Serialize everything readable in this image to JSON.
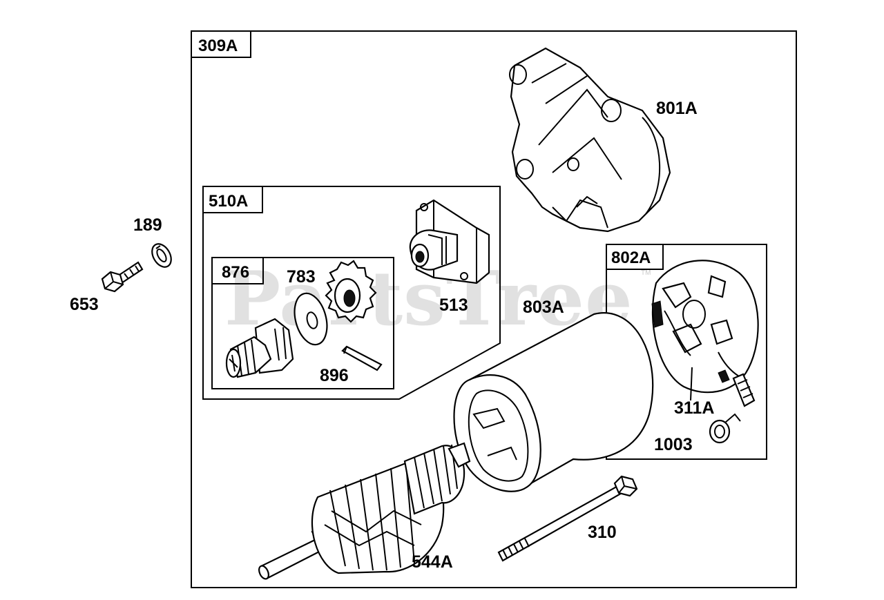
{
  "watermark": {
    "text": "PartsTree",
    "trademark": "TM"
  },
  "boxes": {
    "main": "309A",
    "drive": "510A",
    "clutch": "876",
    "brush": "802A"
  },
  "labels": {
    "p189": "189",
    "p653": "653",
    "p783": "783",
    "p513": "513",
    "p896": "896",
    "p801a": "801A",
    "p803a": "803A",
    "p311a": "311A",
    "p1003": "1003",
    "p310": "310",
    "p544a": "544A"
  }
}
